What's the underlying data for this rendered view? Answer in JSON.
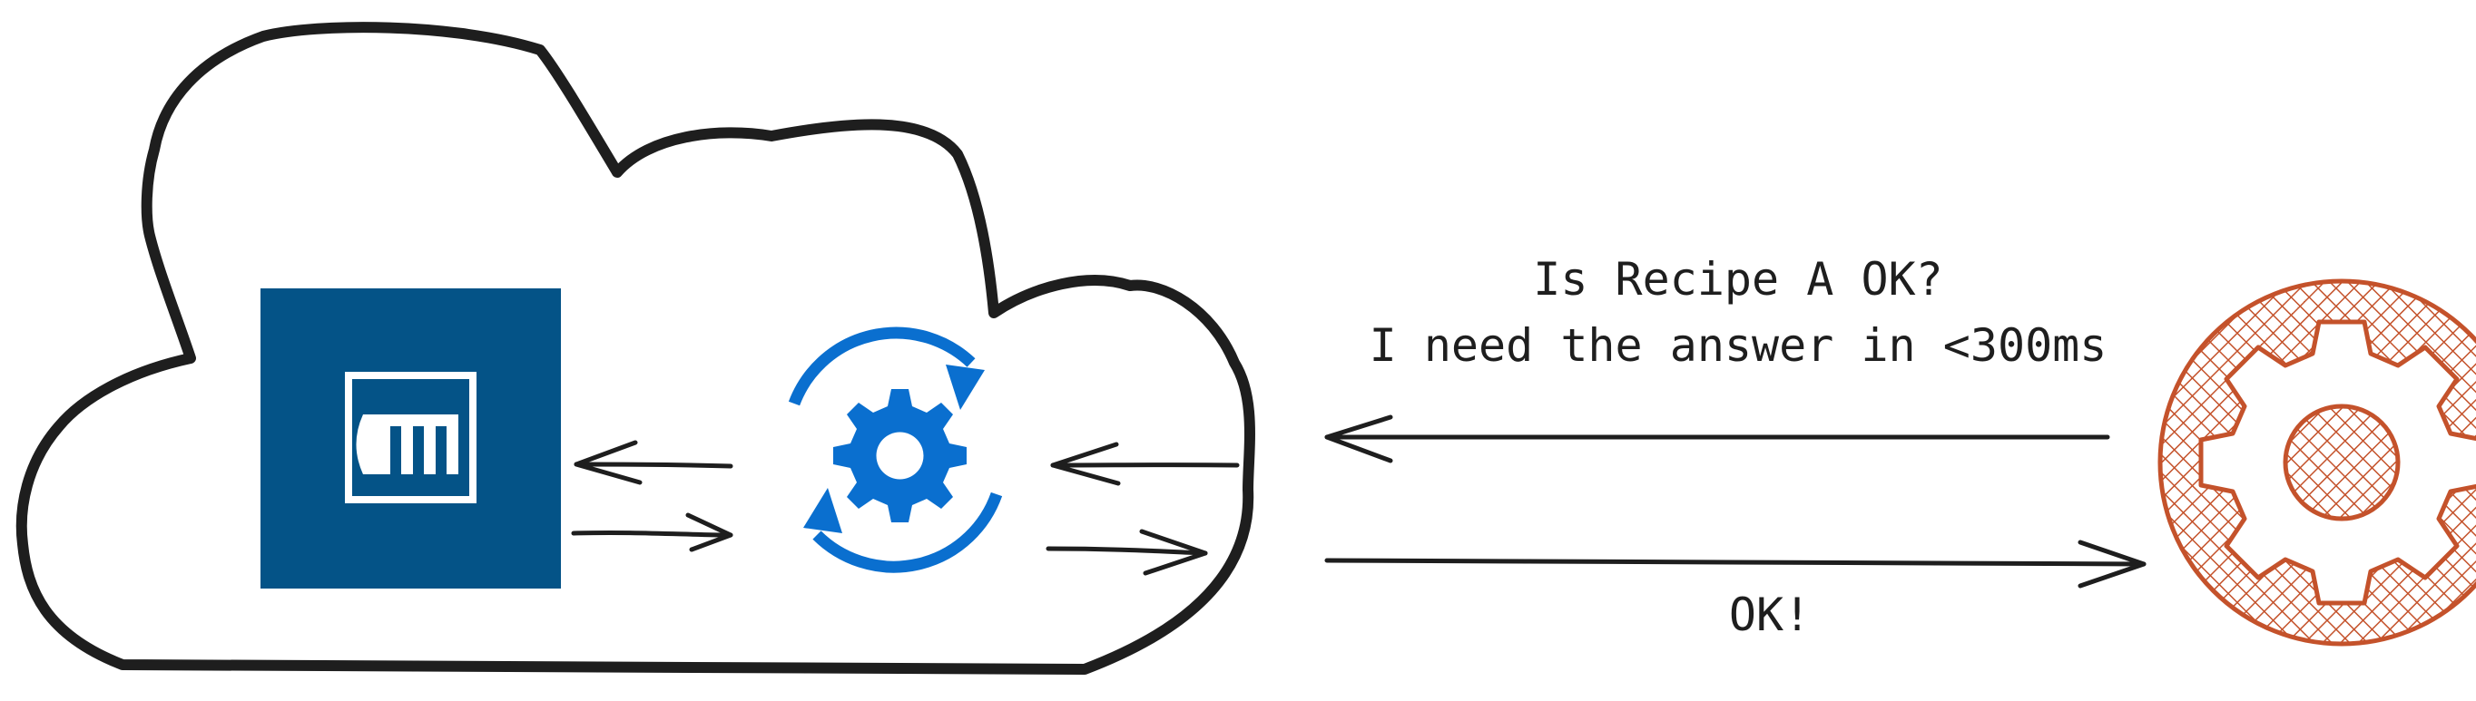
{
  "colors": {
    "stroke": "#1e1e1e",
    "logo_background": "#045387",
    "logo_foreground": "#ffffff",
    "sync_icon": "#0a6fcf",
    "external_system": "#c4522b"
  },
  "icons": {
    "database_logo": "m-logo-icon",
    "integration_service": "sync-gear-icon",
    "external_system": "gear-icon"
  },
  "messages": {
    "request_line_1": "Is Recipe A OK?",
    "request_line_2": "I need the answer in <300ms",
    "response": "OK!"
  }
}
